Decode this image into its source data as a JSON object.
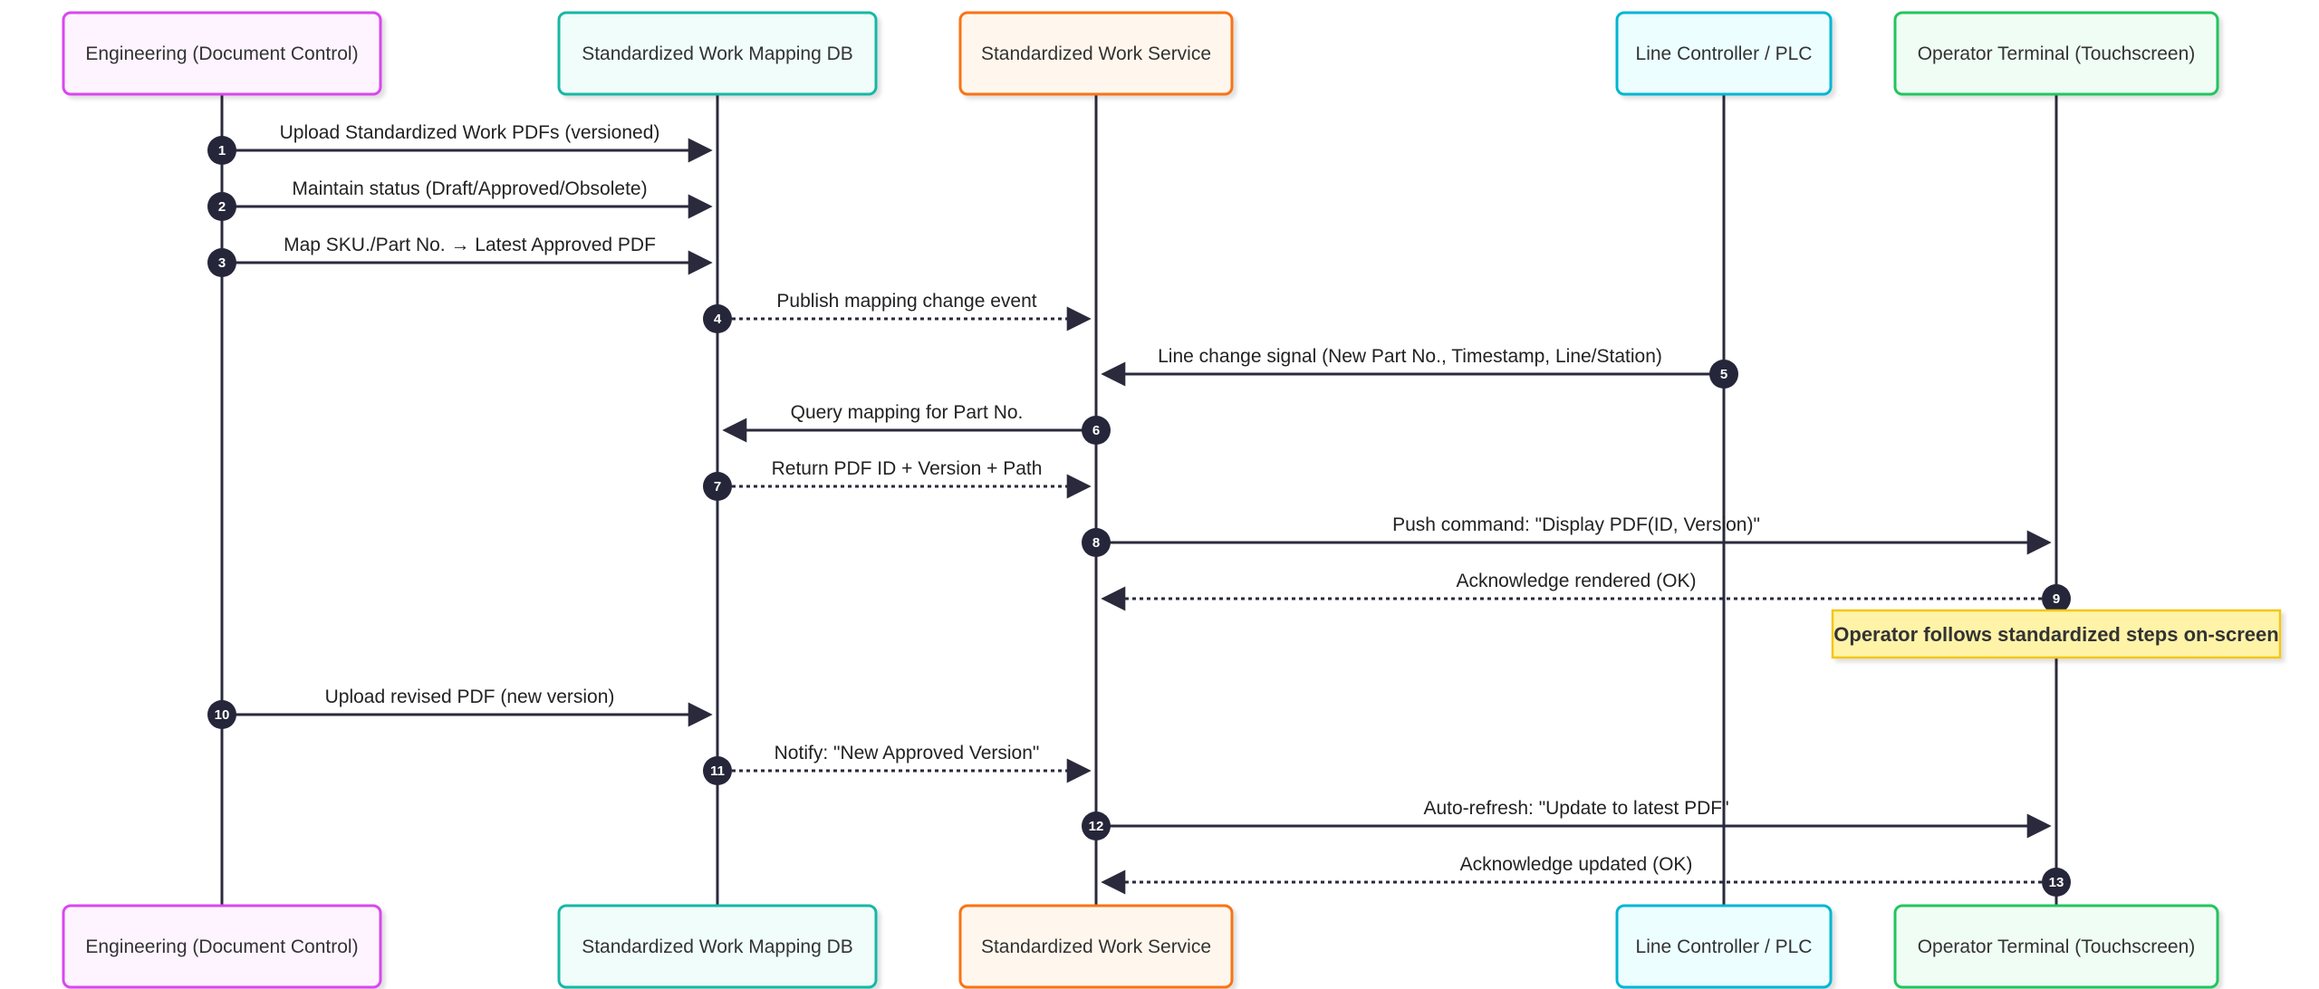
{
  "participants": [
    {
      "label": "Engineering (Document Control)",
      "border": "#d946ef",
      "fill": "#fdf4ff"
    },
    {
      "label": "Standardized Work Mapping DB",
      "border": "#14b8a6",
      "fill": "#f0fdfa"
    },
    {
      "label": "Standardized Work Service",
      "border": "#f97316",
      "fill": "#fff7ed"
    },
    {
      "label": "Line Controller / PLC",
      "border": "#06b6d4",
      "fill": "#ecfeff"
    },
    {
      "label": "Operator Terminal (Touchscreen)",
      "border": "#22c55e",
      "fill": "#f0fdf4"
    }
  ],
  "messages": [
    {
      "n": "1",
      "from": 0,
      "to": 1,
      "text": "Upload Standardized Work PDFs (versioned)",
      "dashed": false
    },
    {
      "n": "2",
      "from": 0,
      "to": 1,
      "text": "Maintain status (Draft/Approved/Obsolete)",
      "dashed": false
    },
    {
      "n": "3",
      "from": 0,
      "to": 1,
      "text": "Map SKU./Part No. → Latest Approved PDF",
      "dashed": false
    },
    {
      "n": "4",
      "from": 1,
      "to": 2,
      "text": "Publish mapping change event",
      "dashed": true
    },
    {
      "n": "5",
      "from": 3,
      "to": 2,
      "text": "Line change signal (New Part No., Timestamp, Line/Station)",
      "dashed": false
    },
    {
      "n": "6",
      "from": 2,
      "to": 1,
      "text": "Query mapping for Part No.",
      "dashed": false
    },
    {
      "n": "7",
      "from": 1,
      "to": 2,
      "text": "Return PDF ID + Version + Path",
      "dashed": true
    },
    {
      "n": "8",
      "from": 2,
      "to": 4,
      "text": "Push command: \"Display PDF(ID, Version)\"",
      "dashed": false
    },
    {
      "n": "9",
      "from": 4,
      "to": 2,
      "text": "Acknowledge rendered (OK)",
      "dashed": true
    },
    {
      "n": "10",
      "from": 0,
      "to": 1,
      "text": "Upload revised PDF (new version)",
      "dashed": false
    },
    {
      "n": "11",
      "from": 1,
      "to": 2,
      "text": "Notify: \"New Approved Version\"",
      "dashed": true
    },
    {
      "n": "12",
      "from": 2,
      "to": 4,
      "text": "Auto-refresh: \"Update to latest PDF\"",
      "dashed": false
    },
    {
      "n": "13",
      "from": 4,
      "to": 2,
      "text": "Acknowledge updated (OK)",
      "dashed": true
    }
  ],
  "note": {
    "text": "Operator follows standardized steps on-screen",
    "over": 4
  },
  "colors": {
    "line": "#2a2a3c",
    "badge": "#26263a",
    "note_fill": "#fff3a8",
    "note_border": "#f5c518"
  }
}
